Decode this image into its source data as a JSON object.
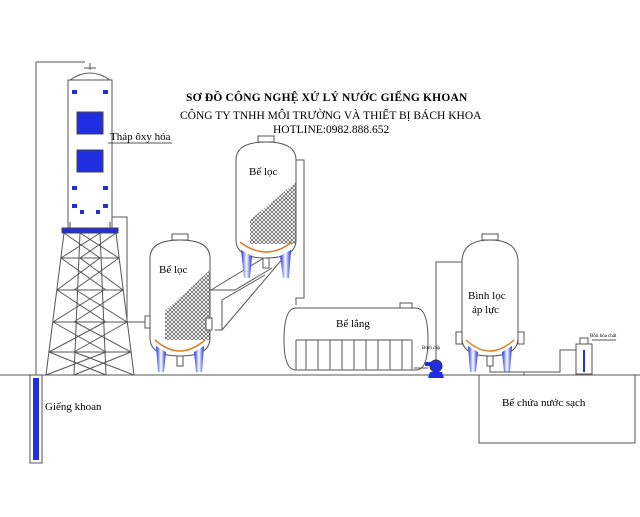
{
  "header": {
    "title": "SƠ ĐỒ CÔNG NGHỆ XỬ LÝ NƯỚC GIẾNG KHOAN",
    "company": "CÔNG TY TNHH MÔI TRƯỜNG VÀ THIẾT BỊ BÁCH KHOA",
    "hotline": "HOTLINE:0982.888.652"
  },
  "labels": {
    "oxidation_tower": "Tháp ôxy hóa",
    "filter_tank_1": "Bể lọc",
    "filter_tank_2": "Bể lọc",
    "settling_tank": "Bể lắng",
    "pressure_filter_line1": "Bình lọc",
    "pressure_filter_line2": "áp lực",
    "clean_water_tank": "Bể chứa nước sạch",
    "well": "Giếng khoan",
    "pump_small": "Bơm cấp",
    "chem_small": "Bồn hóa chất"
  },
  "colors": {
    "line": "#555555",
    "blue": "#1f2ee0",
    "hatch": "#222222",
    "orange": "#d9822b"
  }
}
